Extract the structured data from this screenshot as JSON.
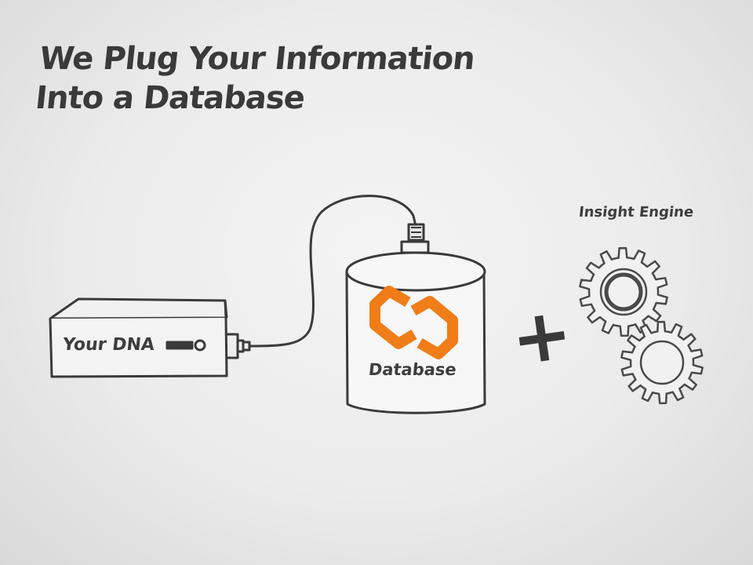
{
  "title": {
    "line1": "We Plug Your Information",
    "line2": "Into a Database"
  },
  "nodes": {
    "dna_device": {
      "label": "Your DNA"
    },
    "database": {
      "label": "Database",
      "logo_color": "#f07d18"
    },
    "insight_engine": {
      "label": "Insight Engine"
    }
  },
  "operator": "+",
  "icons": [
    "dna-device-icon",
    "cable-icon",
    "database-cylinder-icon",
    "logo-icon",
    "gear-icon"
  ],
  "colors": {
    "ink": "#3a3a3a",
    "accent": "#f07d18",
    "background": "#ededed"
  }
}
